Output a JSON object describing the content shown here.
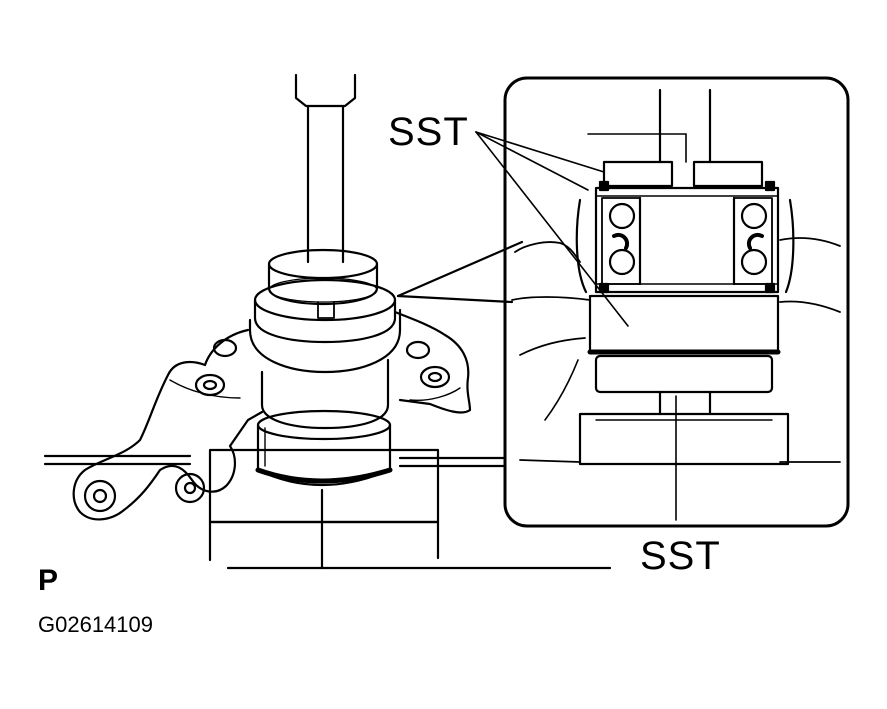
{
  "labels": {
    "sst_top": "SST",
    "sst_bottom": "SST",
    "view_letter": "P",
    "figure_code": "G02614109"
  }
}
